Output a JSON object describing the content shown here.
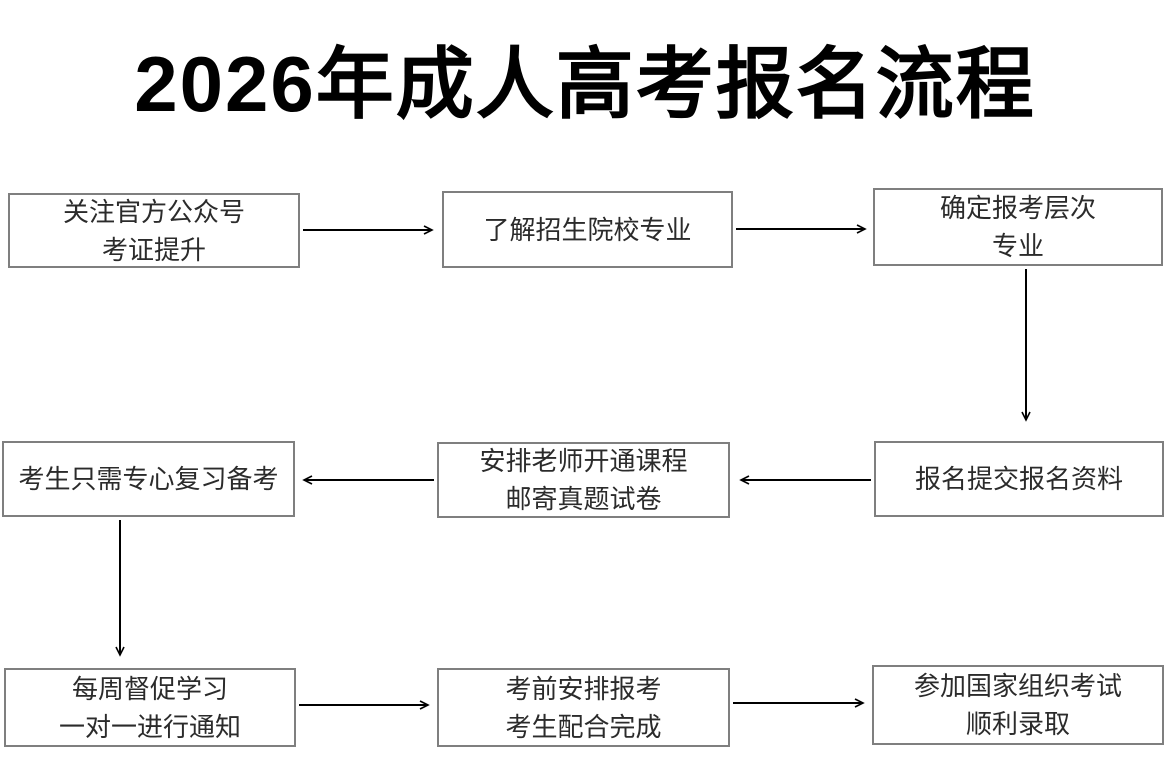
{
  "title": "2026年成人高考报名流程",
  "colors": {
    "background": "#ffffff",
    "box_border": "#7f7f7f",
    "box_text": "#2b2b2b",
    "arrow": "#000000",
    "title_text": "#000000"
  },
  "flowchart": {
    "nodes": [
      {
        "id": "step-1",
        "line1": "关注官方公众号",
        "line2": "考证提升"
      },
      {
        "id": "step-2",
        "line1": "了解招生院校专业",
        "line2": ""
      },
      {
        "id": "step-3",
        "line1": "确定报考层次",
        "line2": "专业"
      },
      {
        "id": "step-4",
        "line1": "报名提交报名资料",
        "line2": ""
      },
      {
        "id": "step-5",
        "line1": "安排老师开通课程",
        "line2": "邮寄真题试卷"
      },
      {
        "id": "step-6",
        "line1": "考生只需专心复习备考",
        "line2": ""
      },
      {
        "id": "step-7",
        "line1": "每周督促学习",
        "line2": "一对一进行通知"
      },
      {
        "id": "step-8",
        "line1": "考前安排报考",
        "line2": "考生配合完成"
      },
      {
        "id": "step-9",
        "line1": "参加国家组织考试",
        "line2": "顺利录取"
      }
    ],
    "edges": [
      {
        "from": "step-1",
        "to": "step-2",
        "direction": "right"
      },
      {
        "from": "step-2",
        "to": "step-3",
        "direction": "right"
      },
      {
        "from": "step-3",
        "to": "step-4",
        "direction": "down"
      },
      {
        "from": "step-4",
        "to": "step-5",
        "direction": "left"
      },
      {
        "from": "step-5",
        "to": "step-6",
        "direction": "left"
      },
      {
        "from": "step-6",
        "to": "step-7",
        "direction": "down"
      },
      {
        "from": "step-7",
        "to": "step-8",
        "direction": "right"
      },
      {
        "from": "step-8",
        "to": "step-9",
        "direction": "right"
      }
    ]
  }
}
